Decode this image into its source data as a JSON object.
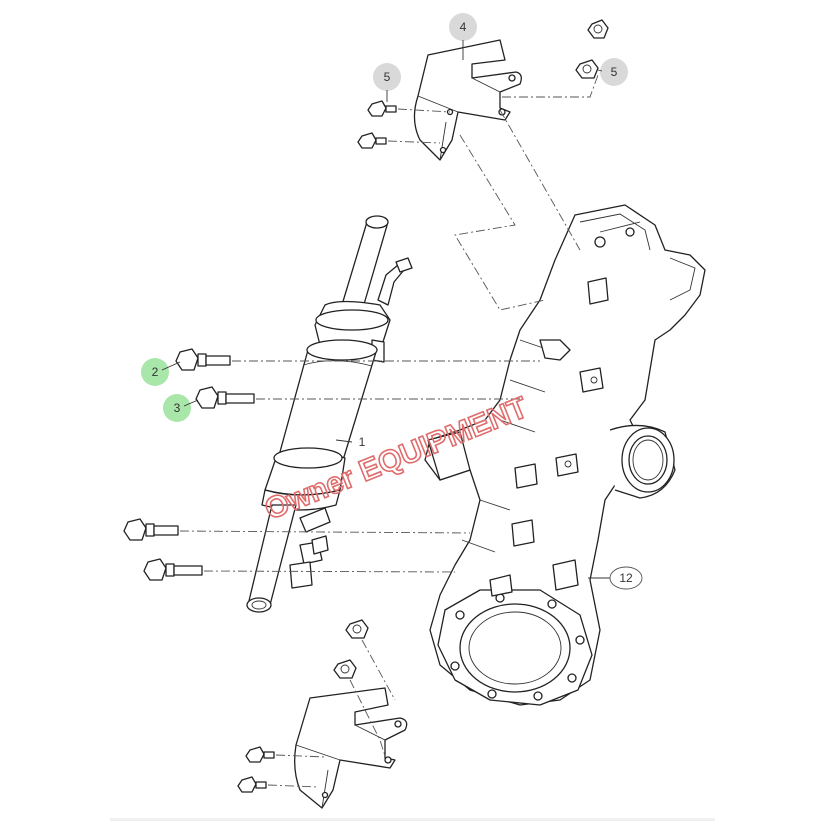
{
  "callouts": [
    {
      "label": "1",
      "highlight": false
    },
    {
      "label": "2",
      "highlight": true
    },
    {
      "label": "3",
      "highlight": true
    },
    {
      "label": "4",
      "highlight": false
    },
    {
      "label": "5",
      "highlight": false
    },
    {
      "label": "5",
      "highlight": false
    },
    {
      "label": "12",
      "highlight": false
    }
  ],
  "watermark": {
    "text": "Owner EQUIPMENT",
    "color": "#e06c6c"
  },
  "colors": {
    "highlight": "#a9e6a9",
    "badge": "#d9d9d9",
    "line": "#222222"
  }
}
